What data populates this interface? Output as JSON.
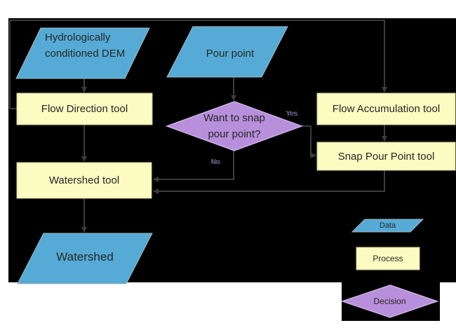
{
  "diagram": {
    "type": "flowchart",
    "topic": "Watershed delineation workflow",
    "nodes": {
      "dem": {
        "label": "Hydrologically conditioned DEM",
        "shape": "parallelogram",
        "role": "data"
      },
      "pour_point": {
        "label": "Pour point",
        "shape": "parallelogram",
        "role": "data"
      },
      "flow_direction": {
        "label": "Flow Direction tool",
        "shape": "rectangle",
        "role": "process"
      },
      "flow_accumulation": {
        "label": "Flow Accumulation tool",
        "shape": "rectangle",
        "role": "process"
      },
      "decision_snap": {
        "label": "Want to snap pour point?",
        "shape": "diamond",
        "role": "decision"
      },
      "snap_pour_point": {
        "label": "Snap Pour Point tool",
        "shape": "rectangle",
        "role": "process"
      },
      "watershed_tool": {
        "label": "Watershed tool",
        "shape": "rectangle",
        "role": "process"
      },
      "watershed": {
        "label": "Watershed",
        "shape": "parallelogram",
        "role": "data"
      }
    },
    "edges": [
      {
        "from": "dem",
        "to": "flow_direction",
        "label": ""
      },
      {
        "from": "flow_direction",
        "to": "watershed_tool",
        "label": ""
      },
      {
        "from": "flow_direction",
        "to": "flow_accumulation",
        "label": "",
        "route": "left-up-across-top-down"
      },
      {
        "from": "pour_point",
        "to": "decision_snap",
        "label": ""
      },
      {
        "from": "decision_snap",
        "to": "snap_pour_point",
        "label": "Yes"
      },
      {
        "from": "decision_snap",
        "to": "watershed_tool",
        "label": "No"
      },
      {
        "from": "flow_accumulation",
        "to": "snap_pour_point",
        "label": ""
      },
      {
        "from": "snap_pour_point",
        "to": "watershed_tool",
        "label": ""
      },
      {
        "from": "watershed_tool",
        "to": "watershed",
        "label": ""
      }
    ],
    "edge_labels": {
      "yes": "Yes",
      "no": "No"
    },
    "legend": {
      "data": {
        "label": "Data",
        "shape": "parallelogram"
      },
      "process": {
        "label": "Process",
        "shape": "rectangle"
      },
      "decision": {
        "label": "Decision",
        "shape": "diamond"
      }
    },
    "colors": {
      "page_background": "#ffffff",
      "canvas_background": "#000000",
      "data_fill": "#55abd5",
      "process_fill": "#fcfcc2",
      "decision_fill": "#b78fda",
      "connector": "#3c3c3c",
      "shape_text": "#262626",
      "edge_label_text": "#4a55b0"
    }
  }
}
